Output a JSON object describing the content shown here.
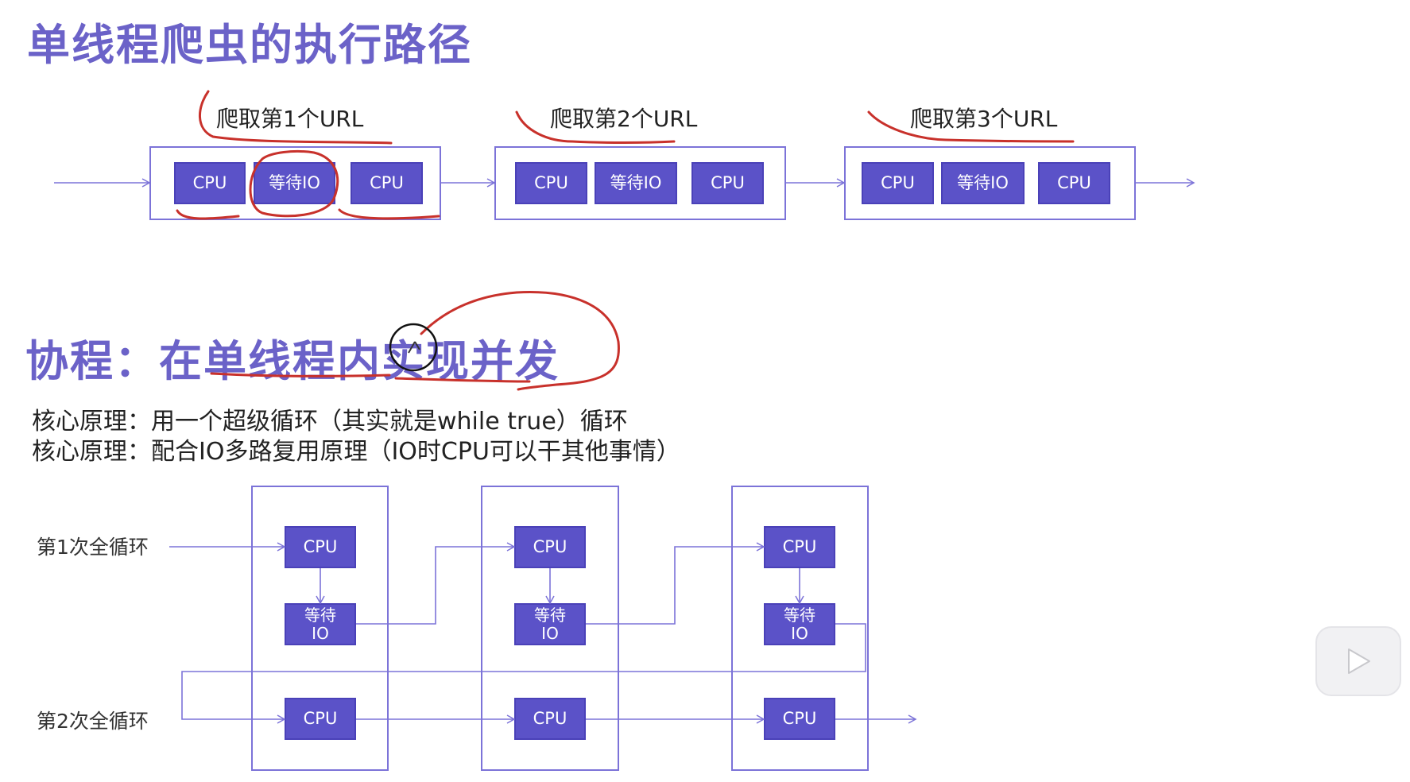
{
  "title1": "单线程爬虫的执行路径",
  "urls": [
    {
      "label": "爬取第1个URL",
      "blocks": [
        "CPU",
        "等待IO",
        "CPU"
      ]
    },
    {
      "label": "爬取第2个URL",
      "blocks": [
        "CPU",
        "等待IO",
        "CPU"
      ]
    },
    {
      "label": "爬取第3个URL",
      "blocks": [
        "CPU",
        "等待IO",
        "CPU"
      ]
    }
  ],
  "title2": "协程：在单线程内实现并发",
  "principles": [
    "核心原理：用一个超级循环（其实就是while true）循环",
    "核心原理：配合IO多路复用原理（IO时CPU可以干其他事情）"
  ],
  "rounds": [
    "第1次全循环",
    "第2次全循环"
  ],
  "columns": [
    {
      "top_cpu": "CPU",
      "wait_io": "等待\nIO",
      "bottom_cpu": "CPU"
    },
    {
      "top_cpu": "CPU",
      "wait_io": "等待\nIO",
      "bottom_cpu": "CPU"
    },
    {
      "top_cpu": "CPU",
      "wait_io": "等待\nIO",
      "bottom_cpu": "CPU"
    }
  ],
  "colors": {
    "accent": "#6b62c8",
    "block": "#5b52c8",
    "frame": "#7c73d8",
    "annotation": "#c8312b"
  },
  "icons": [
    "play-icon"
  ]
}
